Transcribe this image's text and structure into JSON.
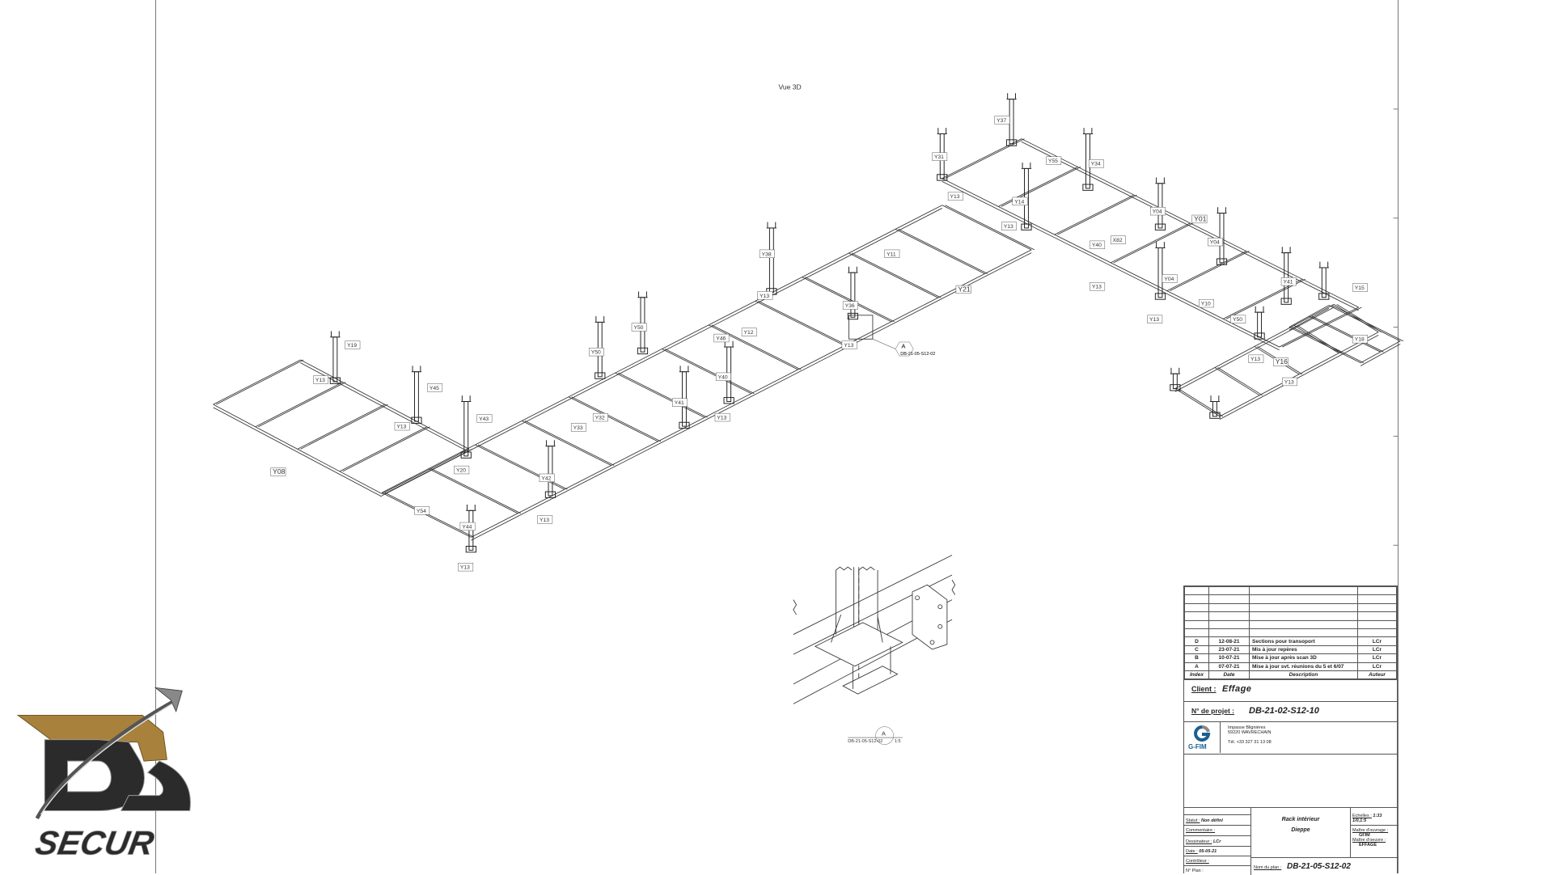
{
  "drawing": {
    "view_title": "Vue 3D",
    "detail_ref": "A",
    "detail_sheet": "DB-21-05-S12-02",
    "detail_scale": "1:5",
    "labels": [
      "Y19",
      "Y13",
      "Y45",
      "Y43",
      "Y08",
      "Y13",
      "Y20",
      "Y42",
      "Y54",
      "Y44",
      "Y13",
      "Y13",
      "Y32",
      "Y33",
      "Y50",
      "Y50",
      "Y41",
      "Y13",
      "Y46",
      "Y40",
      "Y12",
      "Y13",
      "Y38",
      "Y36",
      "Y11",
      "Y21",
      "Y13",
      "Y31",
      "Y37",
      "Y13",
      "Y55",
      "Y14",
      "Y34",
      "Y01",
      "X82",
      "Y40",
      "Y04",
      "Y04",
      "Y04",
      "Y10",
      "Y50",
      "Y16",
      "Y41",
      "Y15",
      "Y18",
      "Y13",
      "Y13",
      "Y13",
      "Y13",
      "Y13"
    ]
  },
  "title_block": {
    "revisions": [
      {
        "index": "D",
        "date": "12-08-21",
        "description": "Sections pour transoport",
        "author": "LCr"
      },
      {
        "index": "C",
        "date": "23-07-21",
        "description": "Mis à jour repères",
        "author": "LCr"
      },
      {
        "index": "B",
        "date": "10-07-21",
        "description": "Mise à jour après scan 3D",
        "author": "LCr"
      },
      {
        "index": "A",
        "date": "07-07-21",
        "description": "Mise à jour svt. réunions du 5 et 6/07",
        "author": "LCr"
      }
    ],
    "headers": {
      "index": "Index",
      "date": "Date",
      "description": "Description",
      "author": "Auteur"
    },
    "client_label": "Client :",
    "client": "Effage",
    "project_label": "N° de projet :",
    "project": "DB-21-02-S12-10",
    "company_logo": "G-FIM",
    "address_line1": "Impasse Blignières",
    "address_line2": "59220 WAVRECHAIN",
    "phone": "Tél. +33 327 31 13 08",
    "status_label": "Statut :",
    "status": "Non défini",
    "comment_label": "Commentaire :",
    "drafter_label": "Dessinateur :",
    "drafter": "LCr",
    "date_label": "Date :",
    "date": "05-05-21",
    "checker_label": "Contrôleur :",
    "plan_no_label": "N° Plan :",
    "title_line1": "Rack intérieur",
    "title_line2": "Dieppe",
    "scale_label": "Echelles :",
    "scale": "1:33 1/0,1:5",
    "owner_label": "Maître d'ouvrage :",
    "owner": "GFIM",
    "contractor_label": "Maître d'oeuvre :",
    "contractor": "EFFAGE",
    "plan_name_label": "Nom du plan :",
    "plan_name": "DB-21-05-S12-02"
  },
  "watermark": {
    "logo_text": "DB",
    "logo_subtext": "SECUR",
    "colors": {
      "gold": "#a8823c",
      "dark": "#2b2b2b"
    }
  }
}
